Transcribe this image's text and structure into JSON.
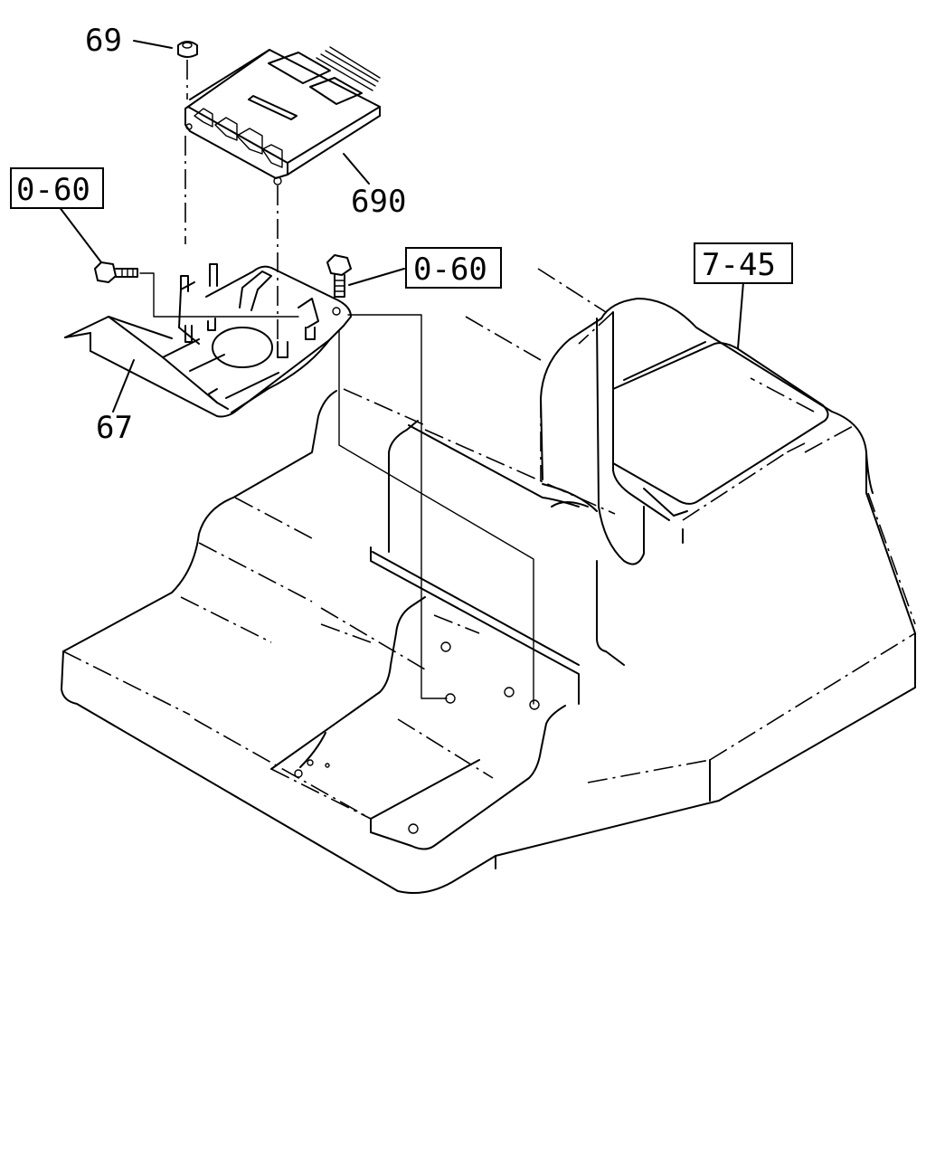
{
  "callouts": {
    "nut": "69",
    "controller": "690",
    "bracket": "67"
  },
  "references": {
    "bolt_left": "0-60",
    "bolt_right": "0-60",
    "cab_floor": "7-45"
  }
}
